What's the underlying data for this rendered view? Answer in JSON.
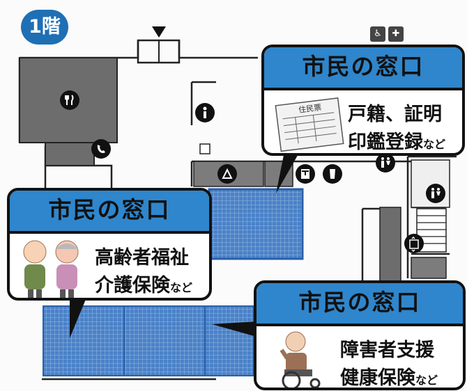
{
  "floor_badge": "1階",
  "counters": [
    {
      "title": "市民の窓口",
      "line1": "戸籍、証明",
      "line2": "印鑑登録",
      "suffix": "など"
    },
    {
      "title": "市民の窓口",
      "line1": "高齢者福祉",
      "line2": "介護保険",
      "suffix": "など"
    },
    {
      "title": "市民の窓口",
      "line1": "障害者支援",
      "line2": "健康保険",
      "suffix": "など"
    }
  ],
  "resident_card_label": "住民票",
  "colors": {
    "accent": "#2f86cc",
    "floor_badge": "#1f6fb5",
    "counter_area": "#4a82c8",
    "room": "#6d6d6d"
  },
  "icons": [
    "restaurant-icon",
    "phone-icon",
    "information-icon",
    "recycling-icon",
    "post-icon",
    "drink-icon",
    "restroom-icon",
    "accessible-restroom-icon",
    "elevator-icon",
    "entrance-arrow-icon"
  ]
}
